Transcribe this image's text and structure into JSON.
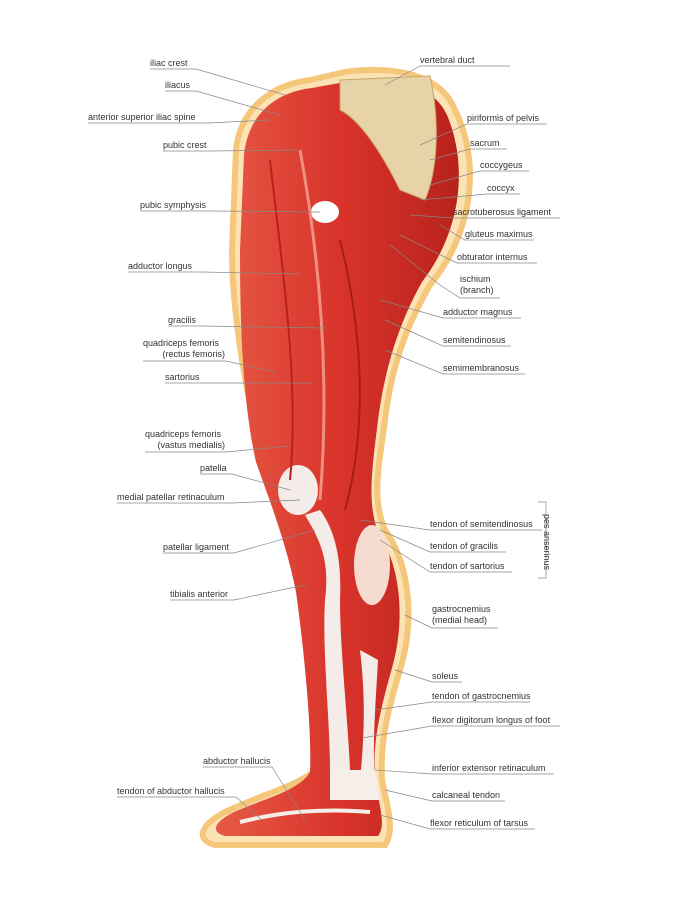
{
  "left_labels": {
    "iliac_crest": "iliac crest",
    "iliacus": "iliacus",
    "asis": "anterior superior iliac spine",
    "pubic_crest": "pubic crest",
    "pubic_symphysis": "pubic symphysis",
    "adductor_longus": "adductor longus",
    "gracilis": "gracilis",
    "rectus_1": "quadriceps femoris",
    "rectus_2": "(rectus femoris)",
    "sartorius": "sartorius",
    "vastus_1": "quadriceps femoris",
    "vastus_2": "(vastus medialis)",
    "patella": "patella",
    "med_pat_ret": "medial patellar retinaculum",
    "patellar_ligament": "patellar ligament",
    "tibialis_anterior": "tibialis anterior",
    "abductor_hallucis": "abductor hallucis",
    "tendon_abductor_hallucis": "tendon of abductor hallucis"
  },
  "right_labels": {
    "vertebral_duct": "vertebral duct",
    "piriformis": "piriformis of pelvis",
    "sacrum": "sacrum",
    "coccygeus": "coccygeus",
    "coccyx": "coccyx",
    "sacrotuberosus": "sacrotuberosus ligament",
    "gluteus_maximus": "gluteus maximus",
    "obturator_internus": "obturator internus",
    "ischium_1": "ischium",
    "ischium_2": "(branch)",
    "adductor_magnus": "adductor magnus",
    "semitendinosus": "semitendinosus",
    "semimembranosus": "semimembranosus",
    "tendon_semitendinosus": "tendon of semitendinosus",
    "tendon_gracilis": "tendon of gracilis",
    "tendon_sartorius": "tendon of sartorius",
    "pes_anserinus": "pes anserinus",
    "gastro_1": "gastrocnemius",
    "gastro_2": "(medial head)",
    "soleus": "soleus",
    "tendon_gastrocnemius": "tendon of gastrocnemius",
    "flexor_digitorum": "flexor digitorum longus of foot",
    "inf_ext_ret": "inferior extensor retinaculum",
    "calcaneal_tendon": "calcaneal tendon",
    "flexor_reticulum": "flexor reticulum of tarsus"
  },
  "colors": {
    "muscle": "#d9342b",
    "glow": "#f8d9a0",
    "tendon": "#f3ece8",
    "bone": "#e8d3a8"
  }
}
